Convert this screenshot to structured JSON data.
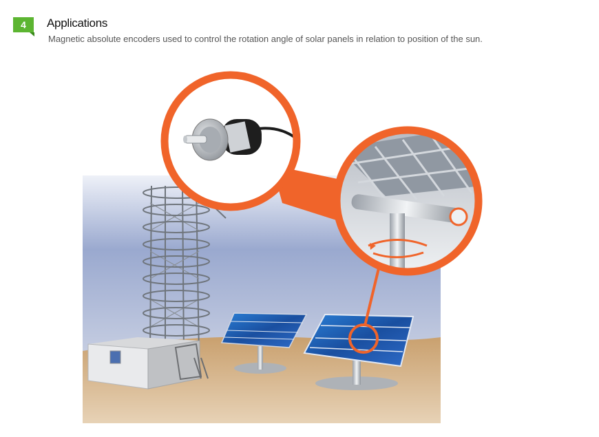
{
  "header": {
    "step_number": "4",
    "title": "Applications",
    "description": "Magnetic absolute encoders used to control the rotation angle of solar panels in relation to position of the sun."
  },
  "colors": {
    "accent_green": "#5cb531",
    "callout_orange": "#f0642a",
    "panel_blue": "#1f5fb4",
    "ground": "#c9a06e",
    "sky": "#9aa9cf"
  },
  "illustration": {
    "subjects": [
      "solar-tracker-panels",
      "lattice-tower",
      "equipment-shelter",
      "encoder-callout",
      "axis-detail-callout"
    ]
  }
}
